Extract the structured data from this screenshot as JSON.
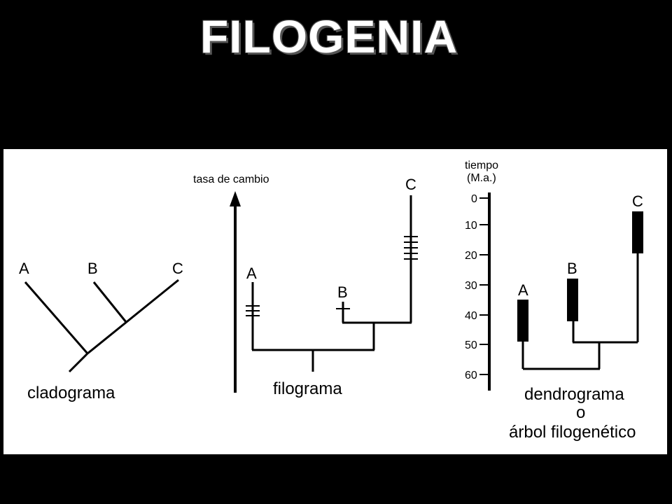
{
  "title": "FILOGENIA",
  "cladogram": {
    "taxa": [
      "A",
      "B",
      "C"
    ],
    "caption": "cladograma"
  },
  "phylogram": {
    "axis_label": "tasa de cambio",
    "taxa": [
      "A",
      "B",
      "C"
    ],
    "caption": "filograma"
  },
  "dendrogram": {
    "axis_label_line1": "tiempo",
    "axis_label_line2": "(M.a.)",
    "ticks": [
      "0",
      "10",
      "20",
      "30",
      "40",
      "50",
      "60"
    ],
    "taxa": [
      "A",
      "B",
      "C"
    ],
    "caption_line1": "dendrograma",
    "caption_line2": "o",
    "caption_line3": "árbol filogenético"
  }
}
